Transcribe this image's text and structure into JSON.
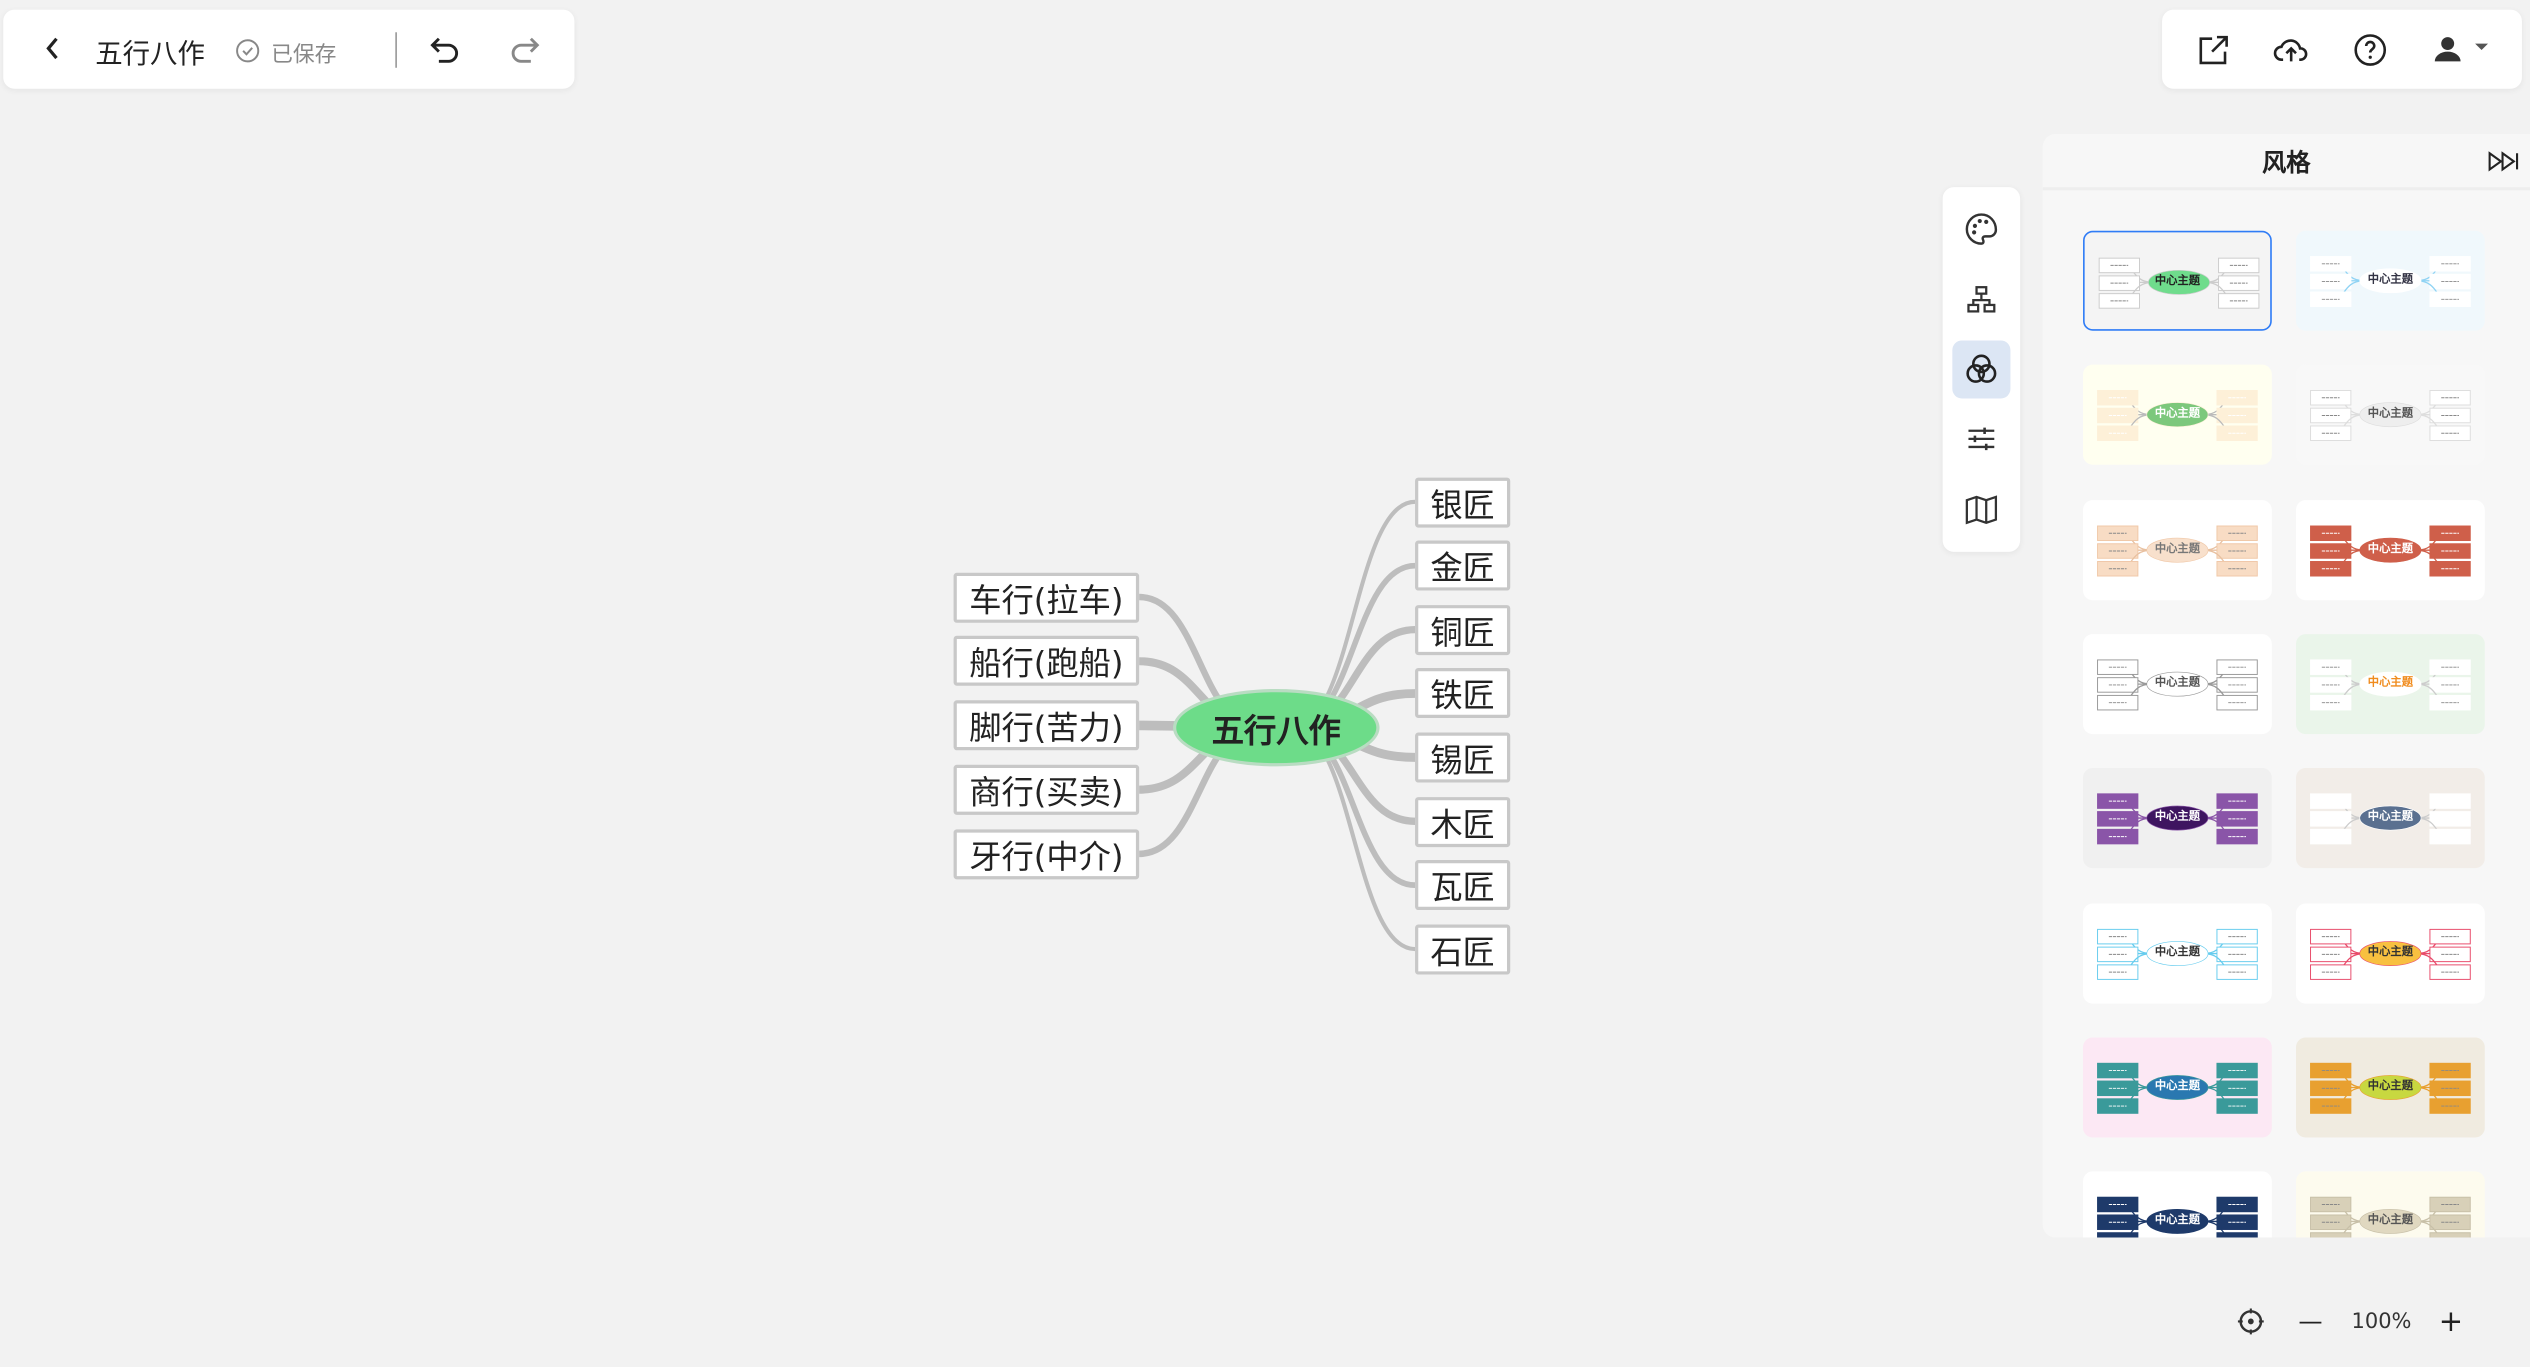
{
  "header": {
    "title": "五行八作",
    "saved_status": "已保存"
  },
  "panel": {
    "title": "风格"
  },
  "mindmap": {
    "center": "五行八作",
    "left": [
      "车行(拉车)",
      "船行(跑船)",
      "脚行(苦力)",
      "商行(买卖)",
      "牙行(中介)"
    ],
    "right": [
      "银匠",
      "金匠",
      "铜匠",
      "铁匠",
      "锡匠",
      "木匠",
      "瓦匠",
      "石匠"
    ]
  },
  "theme_center_label": "中心主题",
  "themes": [
    {
      "bg": "#f4f4f4",
      "center": "#6fdc8c",
      "ctext": "#222",
      "node": "#ffffff",
      "nborder": "#cccccc",
      "line": "#cccccc",
      "selected": true
    },
    {
      "bg": "#f0f8fc",
      "center": "#ffffff",
      "ctext": "#334",
      "node": "#ffffff",
      "nborder": "#ffffff",
      "line": "#8fd3f4"
    },
    {
      "bg": "#fffff0",
      "center": "#7cc87c",
      "ctext": "#fff",
      "node": "#fdf0d8",
      "nborder": "#fdf0d8",
      "line": "#bbbbbb"
    },
    {
      "bg": "#f8f8f8",
      "center": "#eeeeee",
      "ctext": "#555",
      "node": "#ffffff",
      "nborder": "#dddddd",
      "line": "#dddddd"
    },
    {
      "bg": "#ffffff",
      "center": "#f8e0cc",
      "ctext": "#777",
      "node": "#f8dcc4",
      "nborder": "#f0c8a8",
      "line": "#e8c0a0"
    },
    {
      "bg": "#ffffff",
      "center": "#cf5f4a",
      "ctext": "#fff",
      "node": "#cf5f4a",
      "nborder": "#cf5f4a",
      "line": "#cf5f4a"
    },
    {
      "bg": "#ffffff",
      "center": "#ffffff",
      "ctext": "#555",
      "node": "#ffffff",
      "nborder": "#999999",
      "line": "#999999"
    },
    {
      "bg": "#eaf5ea",
      "center": "#ffffff",
      "ctext": "#f08c1e",
      "node": "#ffffff",
      "nborder": "#ffffff",
      "line": "#cccccc"
    },
    {
      "bg": "#f0f0f0",
      "center": "#3e1560",
      "ctext": "#fff",
      "node": "#8a55a8",
      "nborder": "#8a55a8",
      "line": "#8a55a8"
    },
    {
      "bg": "#f2ede8",
      "center": "#5a7090",
      "ctext": "#fff",
      "node": "#ffffff",
      "nborder": "#ffffff",
      "line": "#cccccc"
    },
    {
      "bg": "#ffffff",
      "center": "#ffffff",
      "ctext": "#333",
      "node": "#ffffff",
      "nborder": "#66ccee",
      "line": "#66ccee"
    },
    {
      "bg": "#ffffff",
      "center": "#f8c040",
      "ctext": "#333",
      "node": "#ffffff",
      "nborder": "#e84a6a",
      "line": "#e84a6a"
    },
    {
      "bg": "#fce8f4",
      "center": "#2a78b0",
      "ctext": "#fff",
      "node": "#3a9a9a",
      "nborder": "#3a9a9a",
      "line": "#3a9a9a"
    },
    {
      "bg": "#f0ebe0",
      "center": "#c8d840",
      "ctext": "#333",
      "node": "#e8a030",
      "nborder": "#e8a030",
      "line": "#e8a030"
    },
    {
      "bg": "#ffffff",
      "center": "#1e3a6a",
      "ctext": "#fff",
      "node": "#1e3a6a",
      "nborder": "#1e3a6a",
      "line": "#1e3a6a"
    },
    {
      "bg": "#fdfbee",
      "center": "#e0d8c0",
      "ctext": "#555",
      "node": "#d8d0b8",
      "nborder": "#c8c0a8",
      "line": "#c8c0a8"
    }
  ],
  "zoom": {
    "level": "100%",
    "minus": "—",
    "plus": "+"
  }
}
